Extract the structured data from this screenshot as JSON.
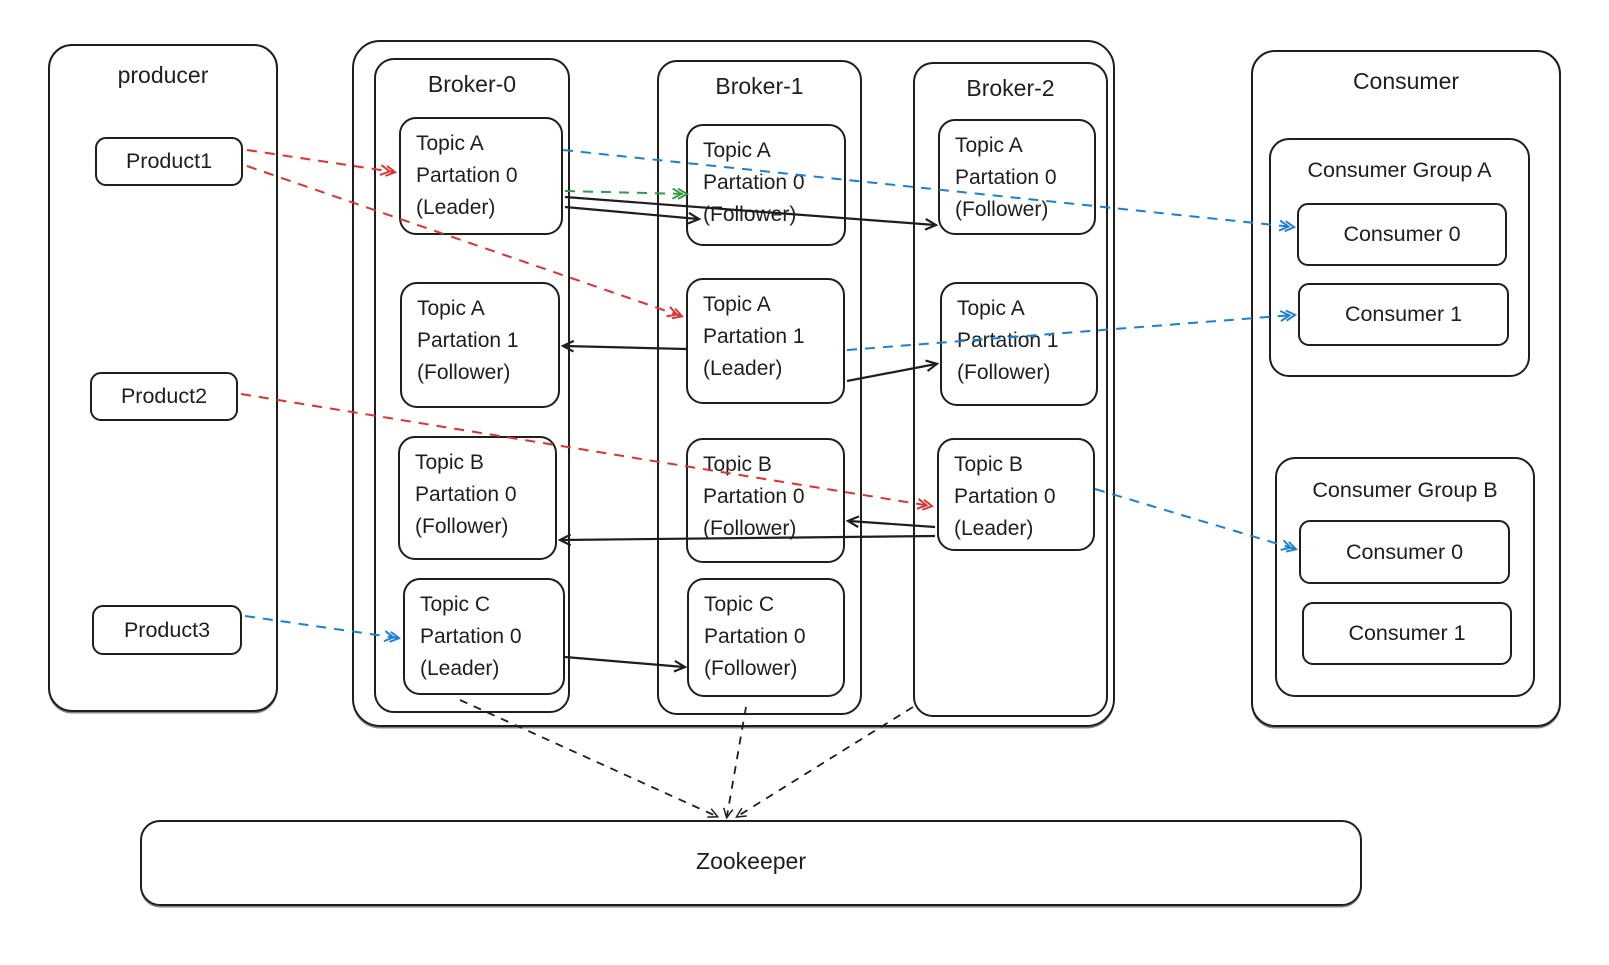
{
  "producer_panel": {
    "label": "producer",
    "products": [
      "Product1",
      "Product2",
      "Product3"
    ]
  },
  "cluster": {
    "brokers": [
      {
        "label": "Broker-0",
        "topics": [
          {
            "l1": "Topic A",
            "l2": "Partation 0",
            "l3": "(Leader)"
          },
          {
            "l1": "Topic A",
            "l2": "Partation 1",
            "l3": "(Follower)"
          },
          {
            "l1": "Topic B",
            "l2": "Partation 0",
            "l3": "(Follower)"
          },
          {
            "l1": "Topic C",
            "l2": "Partation 0",
            "l3": "(Leader)"
          }
        ]
      },
      {
        "label": "Broker-1",
        "topics": [
          {
            "l1": "Topic A",
            "l2": "Partation 0",
            "l3": "(Follower)"
          },
          {
            "l1": "Topic A",
            "l2": "Partation 1",
            "l3": "(Leader)"
          },
          {
            "l1": "Topic B",
            "l2": "Partation 0",
            "l3": "(Follower)"
          },
          {
            "l1": "Topic C",
            "l2": "Partation 0",
            "l3": "(Follower)"
          }
        ]
      },
      {
        "label": "Broker-2",
        "topics": [
          {
            "l1": "Topic A",
            "l2": "Partation 0",
            "l3": "(Follower)"
          },
          {
            "l1": "Topic A",
            "l2": "Partation 1",
            "l3": "(Follower)"
          },
          {
            "l1": "Topic B",
            "l2": "Partation 0",
            "l3": "(Leader)"
          }
        ]
      }
    ]
  },
  "consumer_panel": {
    "label": "Consumer",
    "groups": [
      {
        "label": "Consumer Group A",
        "consumers": [
          "Consumer 0",
          "Consumer 1"
        ]
      },
      {
        "label": "Consumer Group B",
        "consumers": [
          "Consumer 0",
          "Consumer 1"
        ]
      }
    ]
  },
  "zookeeper": {
    "label": "Zookeeper"
  },
  "colors": {
    "stroke": "#1e1e1e",
    "producer_to_leader_arrow": "#e03131",
    "leader_to_consumer_arrow": "#1c7ed6",
    "leader_follower_sync_arrow": "#2f9e44",
    "zookeeper_link_arrow": "#1e1e1e",
    "background": "#ffffff"
  }
}
